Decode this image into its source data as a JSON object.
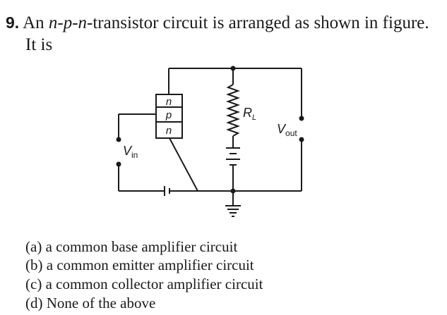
{
  "question": {
    "number": "9.",
    "line1_prefix": "An ",
    "transistor_type": "n-p-n",
    "line1_suffix": "-transistor circuit is arranged as shown in figure.",
    "line2": "It is"
  },
  "figure": {
    "layers": [
      "n",
      "p",
      "n"
    ],
    "resistor_symbol": "R",
    "resistor_subscript": "L",
    "input_symbol": "V",
    "input_subscript": "in",
    "output_symbol": "V",
    "output_subscript": "out"
  },
  "options": [
    {
      "label": "(a)",
      "text": "a common base amplifier circuit"
    },
    {
      "label": "(b)",
      "text": "a common emitter amplifier circuit"
    },
    {
      "label": "(c)",
      "text": "a common collector amplifier circuit"
    },
    {
      "label": "(d)",
      "text": "None of the above"
    }
  ]
}
